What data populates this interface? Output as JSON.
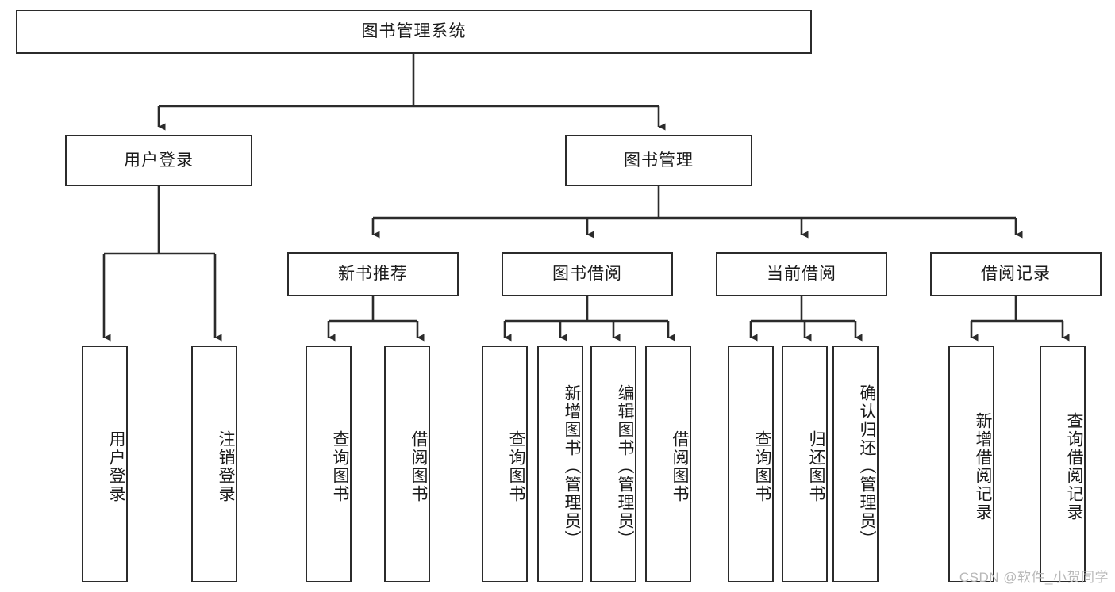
{
  "diagram": {
    "title": "图书管理系统",
    "type": "tree",
    "orientation": "top-down",
    "colors": {
      "box_border": "#2b2b2b",
      "box_fill": "#ffffff",
      "edge": "#2b2b2b",
      "text": "#1a1a1a",
      "watermark": "#b8b8b8",
      "background": "#ffffff"
    }
  },
  "root": {
    "label": "图书管理系统"
  },
  "level1": [
    {
      "id": "user-login",
      "label": "用户登录"
    },
    {
      "id": "book-manage",
      "label": "图书管理"
    }
  ],
  "level2": [
    {
      "id": "new-book-rec",
      "label": "新书推荐",
      "parent": "book-manage"
    },
    {
      "id": "book-borrow",
      "label": "图书借阅",
      "parent": "book-manage"
    },
    {
      "id": "current-borrow",
      "label": "当前借阅",
      "parent": "book-manage"
    },
    {
      "id": "borrow-record",
      "label": "借阅记录",
      "parent": "book-manage"
    }
  ],
  "leaves": {
    "user-login": [
      {
        "id": "leaf-user-login",
        "label": "用户登录"
      },
      {
        "id": "leaf-user-logout",
        "label": "注销登录"
      }
    ],
    "new-book-rec": [
      {
        "id": "leaf-query-book-1",
        "label": "查询图书"
      },
      {
        "id": "leaf-borrow-book-1",
        "label": "借阅图书"
      }
    ],
    "book-borrow": [
      {
        "id": "leaf-query-book-2",
        "label": "查询图书"
      },
      {
        "id": "leaf-add-book",
        "label": "新增图书（管理员）"
      },
      {
        "id": "leaf-edit-book",
        "label": "编辑图书（管理员）"
      },
      {
        "id": "leaf-borrow-book-2",
        "label": "借阅图书"
      }
    ],
    "current-borrow": [
      {
        "id": "leaf-query-book-3",
        "label": "查询图书"
      },
      {
        "id": "leaf-return-book",
        "label": "归还图书"
      },
      {
        "id": "leaf-confirm-return",
        "label": "确认归还（管理员）"
      }
    ],
    "borrow-record": [
      {
        "id": "leaf-add-record",
        "label": "新增借阅记录"
      },
      {
        "id": "leaf-query-record",
        "label": "查询借阅记录"
      }
    ]
  },
  "watermark": {
    "text": "CSDN @软件_小贺同学"
  }
}
